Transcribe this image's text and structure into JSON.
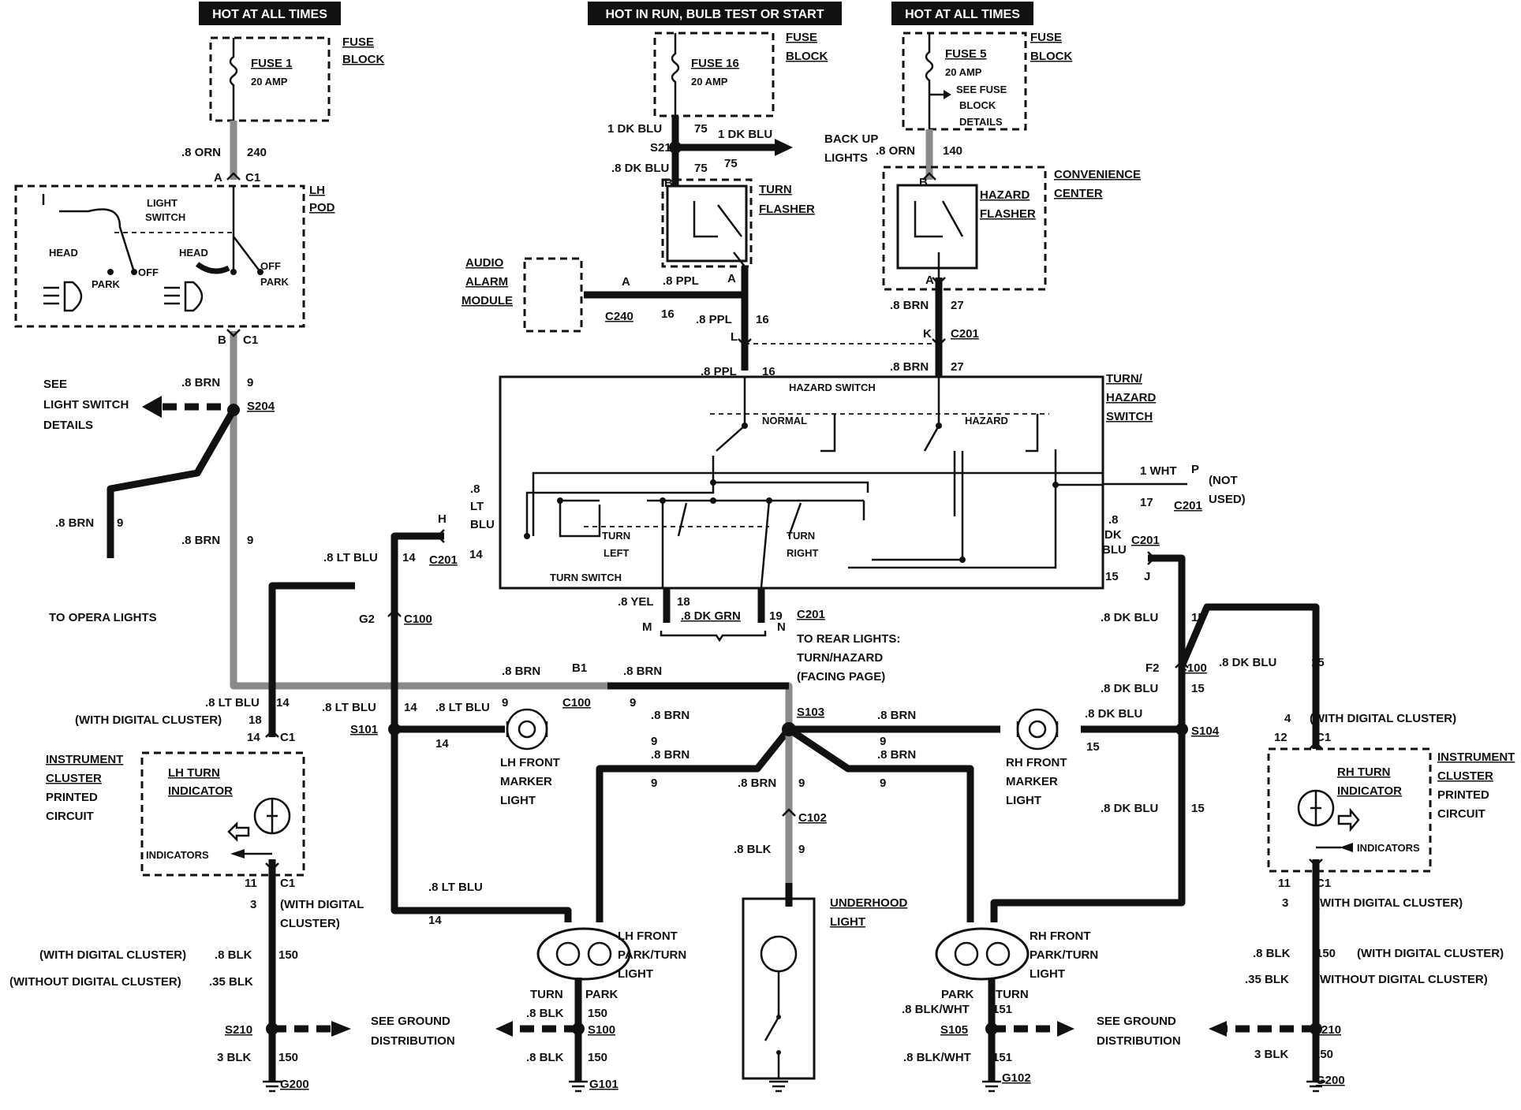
{
  "headers": {
    "hot_at_all_times_left": "HOT AT ALL TIMES",
    "hot_in_run": "HOT IN RUN, BULB TEST OR START",
    "hot_at_all_times_right": "HOT AT ALL TIMES"
  },
  "fuses": {
    "fuse1_name": "FUSE 1",
    "fuse1_rating": "20 AMP",
    "fuse16_name": "FUSE 16",
    "fuse16_rating": "20 AMP",
    "fuse5_name": "FUSE 5",
    "fuse5_rating": "20 AMP",
    "fuse5_see": "SEE FUSE",
    "fuse5_block": "BLOCK",
    "fuse5_details": "DETAILS",
    "block_label_1": "FUSE",
    "block_label_2": "BLOCK"
  },
  "components": {
    "lh_pod_1": "LH",
    "lh_pod_2": "POD",
    "light_switch_1": "LIGHT",
    "light_switch_2": "SWITCH",
    "head": "HEAD",
    "park": "PARK",
    "off": "OFF",
    "turn_flasher_1": "TURN",
    "turn_flasher_2": "FLASHER",
    "hazard_flasher_1": "HAZARD",
    "hazard_flasher_2": "FLASHER",
    "convenience_1": "CONVENIENCE",
    "convenience_2": "CENTER",
    "audio_1": "AUDIO",
    "audio_2": "ALARM",
    "audio_3": "MODULE",
    "backup_1": "BACK UP",
    "backup_2": "LIGHTS",
    "turn_hazard_1": "TURN/",
    "turn_hazard_2": "HAZARD",
    "turn_hazard_3": "SWITCH",
    "hazard_switch": "HAZARD SWITCH",
    "normal": "NORMAL",
    "hazard": "HAZARD",
    "turn_left_1": "TURN",
    "turn_left_2": "LEFT",
    "turn_right_1": "TURN",
    "turn_right_2": "RIGHT",
    "turn_switch": "TURN SWITCH",
    "not_used_1": "(NOT",
    "not_used_2": "USED)",
    "see_light_1": "SEE",
    "see_light_2": "LIGHT SWITCH",
    "see_light_3": "DETAILS",
    "opera": "TO OPERA LIGHTS",
    "rear_1": "TO REAR LIGHTS:",
    "rear_2": "TURN/HAZARD",
    "rear_3": "(FACING PAGE)",
    "cluster_1": "INSTRUMENT",
    "cluster_2": "CLUSTER",
    "cluster_3": "PRINTED",
    "cluster_4": "CIRCUIT",
    "lh_turn_ind_1": "LH TURN",
    "lh_turn_ind_2": "INDICATOR",
    "rh_turn_ind_1": "RH TURN",
    "rh_turn_ind_2": "INDICATOR",
    "indicators": "INDICATORS",
    "lh_marker_1": "LH FRONT",
    "lh_marker_2": "MARKER",
    "lh_marker_3": "LIGHT",
    "rh_marker_1": "RH FRONT",
    "rh_marker_2": "MARKER",
    "rh_marker_3": "LIGHT",
    "lh_park_1": "LH FRONT",
    "lh_park_2": "PARK/TURN",
    "lh_park_3": "LIGHT",
    "rh_park_1": "RH FRONT",
    "rh_park_2": "PARK/TURN",
    "rh_park_3": "LIGHT",
    "underhood_1": "UNDERHOOD",
    "underhood_2": "LIGHT",
    "turn": "TURN",
    "ground_1": "SEE GROUND",
    "ground_2": "DISTRIBUTION",
    "with_digital": "(WITH DIGITAL CLUSTER)",
    "without_digital": "(WITHOUT DIGITAL CLUSTER)",
    "with_digital_1": "(WITH DIGITAL",
    "with_digital_2": "CLUSTER)"
  },
  "wires": {
    "orn": ".8 ORN",
    "brn": ".8 BRN",
    "dk_blu_1": "1 DK BLU",
    "dk_blu_08": ".8 DK BLU",
    "ppl": ".8 PPL",
    "lt_blu": ".8 LT BLU",
    "yel": ".8 YEL",
    "dk_grn": ".8 DK GRN",
    "wht": "1 WHT",
    "blk": ".8 BLK",
    "blk_035": ".35 BLK",
    "blk_3": "3 BLK",
    "blk_wht": ".8 BLK/WHT",
    "p8": ".8",
    "lt": "LT",
    "blu": "BLU",
    "dk": "DK"
  },
  "circuits": {
    "c240": "240",
    "c9": "9",
    "c75": "75",
    "c16": "16",
    "c140": "140",
    "c27": "27",
    "c14": "14",
    "c15": "15",
    "c17": "17",
    "c18": "18",
    "c19": "19",
    "c150": "150",
    "c151": "151",
    "c3": "3",
    "c4": "4",
    "c11": "11",
    "c12": "12"
  },
  "connectors": {
    "C1": "C1",
    "C201": "C201",
    "C100": "C100",
    "C102": "C102",
    "C240": "C240",
    "S214": "S214",
    "S204": "S204",
    "S101": "S101",
    "S103": "S103",
    "S104": "S104",
    "S210": "S210",
    "S100": "S100",
    "S105": "S105",
    "G200": "G200",
    "G101": "G101",
    "G102": "G102",
    "A": "A",
    "B": "B",
    "H": "H",
    "J": "J",
    "K": "K",
    "L": "L",
    "M": "M",
    "N": "N",
    "P": "P",
    "G2": "G2",
    "F2": "F2",
    "B1": "B1"
  }
}
